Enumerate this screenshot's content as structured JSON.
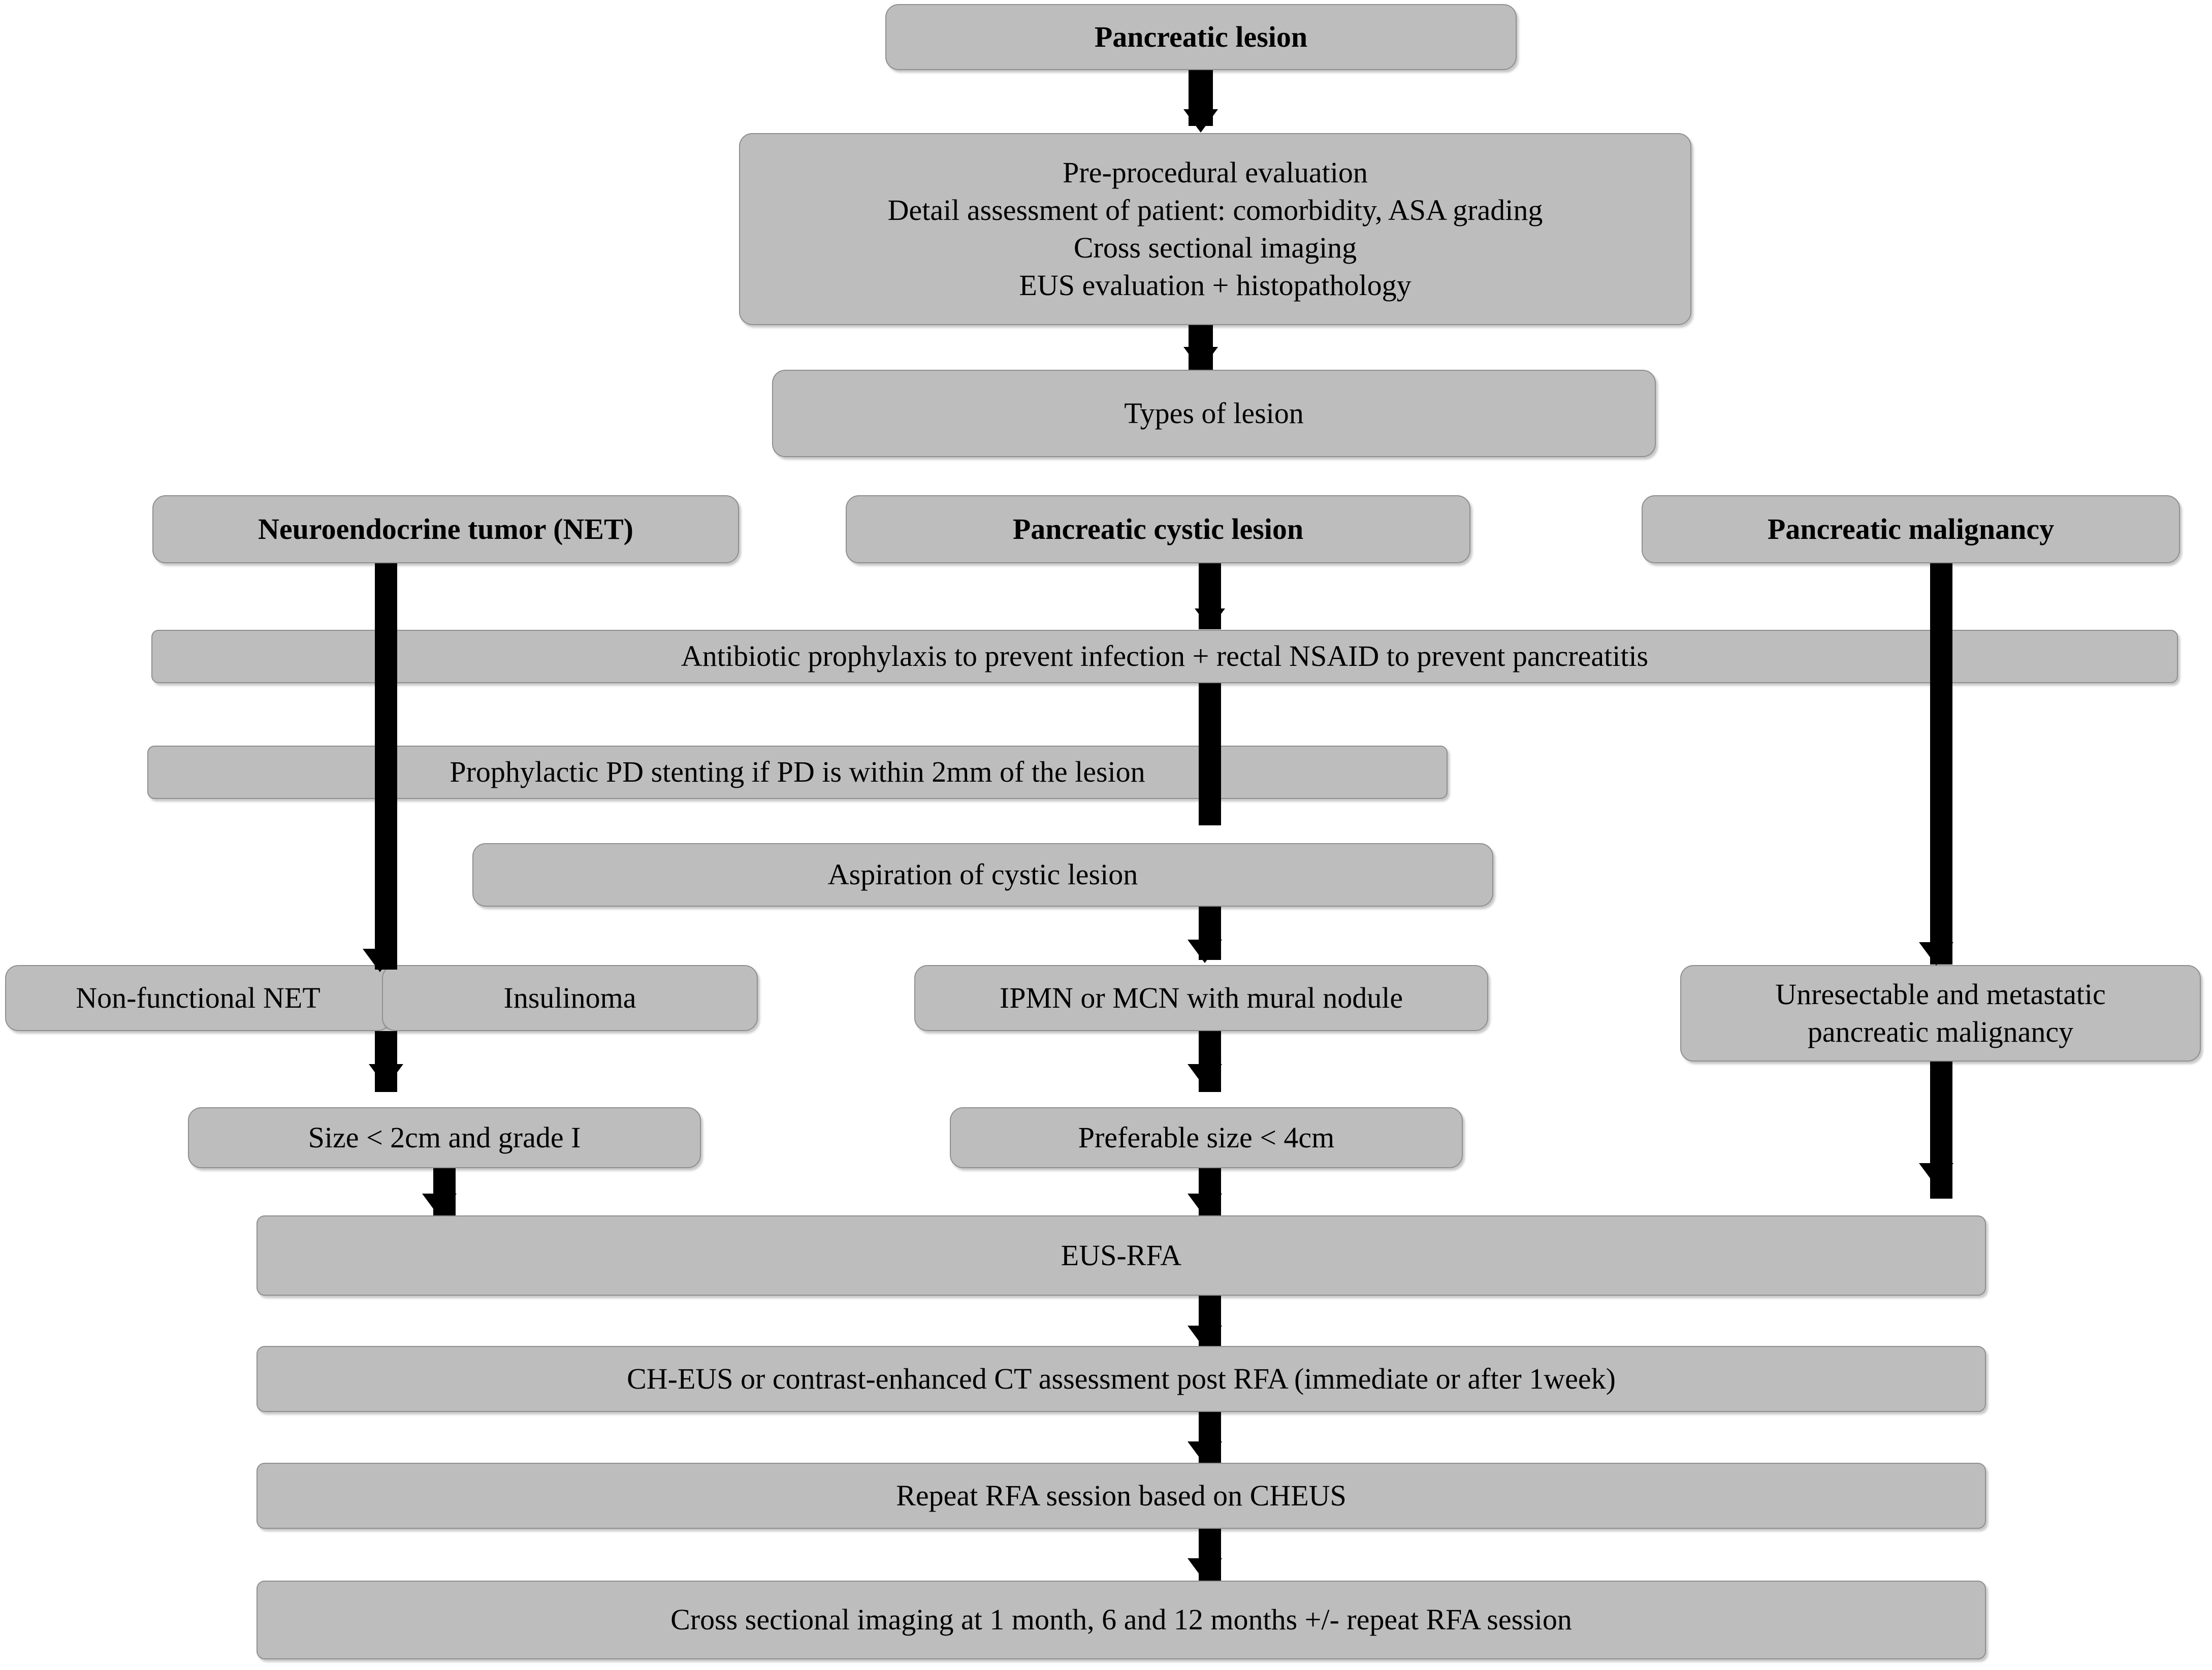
{
  "diagram": {
    "title": "EUS-RFA management algorithm for pancreatic lesions",
    "box_fill": "#bdbdbd",
    "box_stroke": "#8f8f8f",
    "connector_color": "#000000",
    "background": "#ffffff",
    "nodes": {
      "pancreatic_lesion": "Pancreatic lesion",
      "pre_procedural": "Pre-procedural evaluation\nDetail assessment of patient:  comorbidity, ASA grading\nCross sectional imaging\nEUS evaluation + histopathology",
      "types_of_lesion": "Types of lesion",
      "branch_net": "Neuroendocrine tumor (NET)",
      "branch_cystic": "Pancreatic cystic lesion",
      "branch_malignancy": "Pancreatic malignancy",
      "antibiotic": "Antibiotic prophylaxis to prevent infection + rectal NSAID to prevent pancreatitis",
      "pd_stenting": "Prophylactic PD stenting if PD is within 2mm of the lesion",
      "aspiration": "Aspiration of cystic lesion",
      "non_functional_net": "Non-functional NET",
      "insulinoma": "Insulinoma",
      "ipmn_mcn": "IPMN or MCN with mural nodule",
      "unresectable": "Unresectable and metastatic\npancreatic malignancy",
      "size_2cm": "Size < 2cm and grade I",
      "size_4cm": "Preferable  size < 4cm",
      "eus_rfa": "EUS-RFA",
      "post_rfa_assessment": "CH-EUS or contrast-enhanced CT assessment post RFA (immediate or after 1week)",
      "repeat_rfa": "Repeat RFA session based on CHEUS",
      "follow_up": "Cross sectional imaging at 1 month, 6 and 12 months  +/- repeat RFA session"
    }
  }
}
